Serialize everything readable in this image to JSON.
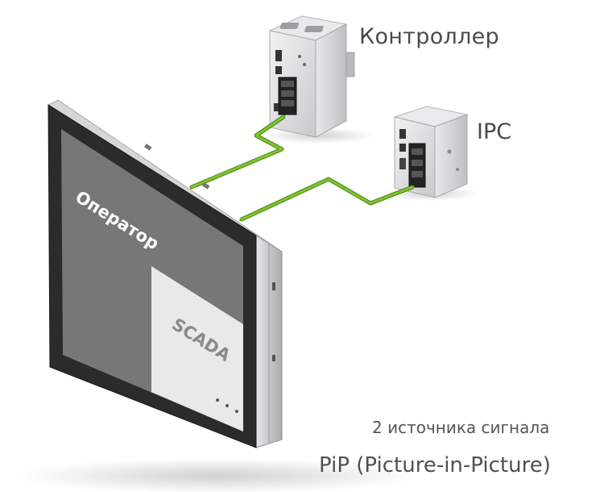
{
  "diagram": {
    "labels": {
      "controller": "Контроллер",
      "ipc": "IPC",
      "screen_main": "Оператор",
      "screen_pip": "SCADA",
      "signal_sources": "2 источника сигнала",
      "pip_caption": "PiP (Picture-in-Picture)"
    },
    "colors": {
      "cable": "#7cc62a",
      "bezel": "#2b2b2b",
      "screen_main": "#777777",
      "screen_pip": "#e9e9e9",
      "chassis": "#d9dadb",
      "text": "#4a4a4a"
    },
    "nodes": [
      {
        "id": "controller",
        "kind": "din-rail-controller"
      },
      {
        "id": "ipc",
        "kind": "industrial-pc"
      },
      {
        "id": "monitor",
        "kind": "panel-monitor"
      }
    ],
    "links": [
      {
        "from": "controller",
        "to": "monitor"
      },
      {
        "from": "ipc",
        "to": "monitor"
      }
    ]
  }
}
